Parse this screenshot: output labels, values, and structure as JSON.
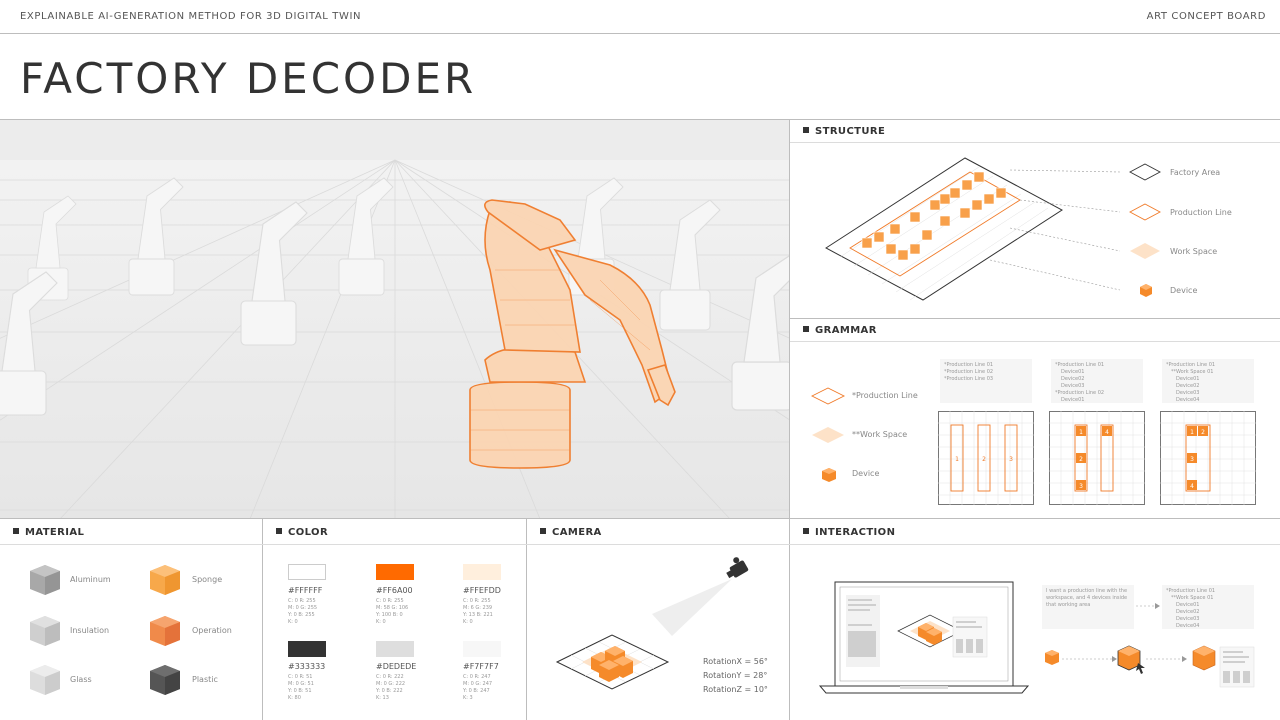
{
  "header": {
    "subtitle": "EXPLAINABLE AI-GENERATION METHOD FOR 3D DIGITAL TWIN",
    "board_label": "ART CONCEPT BOARD",
    "title": "FACTORY DECODER"
  },
  "colors": {
    "accent": "#FF6A00",
    "accent_light": "#FFEFDD",
    "outline": "#333333",
    "grid": "#DEDEDE",
    "bg": "#F7F7F7"
  },
  "structure": {
    "title": "STRUCTURE",
    "legend": [
      "Factory Area",
      "Production Line",
      "Work Space",
      "Device"
    ]
  },
  "grammar": {
    "title": "GRAMMAR",
    "legend": [
      "*Production Line",
      "**Work Space",
      "Device"
    ],
    "code_blocks": [
      [
        "*Production Line 01",
        "*Production Line 02",
        "*Production Line 03"
      ],
      [
        "*Production Line 01",
        "Device01",
        "Device02",
        "Device03",
        "*Production Line 02",
        "Device01"
      ],
      [
        "*Production Line 01",
        "**Work Space 01",
        "Device01",
        "Device02",
        "Device03",
        "Device04"
      ]
    ],
    "grid1_labels": [
      "1",
      "2",
      "3"
    ],
    "grid2_labels": [
      "1",
      "4",
      "2",
      "3"
    ],
    "grid3_labels": [
      "1",
      "2",
      "3",
      "4"
    ]
  },
  "material": {
    "title": "MATERIAL",
    "items": [
      {
        "label": "Aluminum",
        "color": "#a8a8a8"
      },
      {
        "label": "Sponge",
        "color": "#f7a84a"
      },
      {
        "label": "Insulation",
        "color": "#cfcfcf"
      },
      {
        "label": "Operation",
        "color": "#f08a4a"
      },
      {
        "label": "Glass",
        "color": "#dddddd"
      },
      {
        "label": "Plastic",
        "color": "#555555"
      }
    ]
  },
  "color": {
    "title": "COLOR",
    "items": [
      {
        "hex": "#FFFFFF",
        "fill": "#FFFFFF",
        "specs": [
          "C: 0   R: 255",
          "M: 0   G: 255",
          "Y: 0   B: 255",
          "K: 0"
        ]
      },
      {
        "hex": "#FF6A00",
        "fill": "#FF6A00",
        "specs": [
          "C: 0   R: 255",
          "M: 58  G: 106",
          "Y: 100 B: 0",
          "K: 0"
        ]
      },
      {
        "hex": "#FFEFDD",
        "fill": "#FFEFDD",
        "specs": [
          "C: 0   R: 255",
          "M: 6   G: 239",
          "Y: 13  B: 221",
          "K: 0"
        ]
      },
      {
        "hex": "#333333",
        "fill": "#333333",
        "specs": [
          "C: 0   R: 51",
          "M: 0   G: 51",
          "Y: 0   B: 51",
          "K: 80"
        ]
      },
      {
        "hex": "#DEDEDE",
        "fill": "#DEDEDE",
        "specs": [
          "C: 0   R: 222",
          "M: 0   G: 222",
          "Y: 0   B: 222",
          "K: 13"
        ]
      },
      {
        "hex": "#F7F7F7",
        "fill": "#F7F7F7",
        "specs": [
          "C: 0   R: 247",
          "M: 0   G: 247",
          "Y: 0   B: 247",
          "K: 3"
        ]
      }
    ]
  },
  "camera": {
    "title": "CAMERA",
    "rotation_x": "RotationX = 56°",
    "rotation_y": "RotationY = 28°",
    "rotation_z": "RotationZ = 10°"
  },
  "interaction": {
    "title": "INTERACTION",
    "prompt_text": [
      "I want a production line with the",
      "workspace, and 4 devices inside",
      "that working area"
    ],
    "result_code": [
      "*Production Line 01",
      "**Work Space 01",
      "Device01",
      "Device02",
      "Device03",
      "Device04"
    ]
  }
}
